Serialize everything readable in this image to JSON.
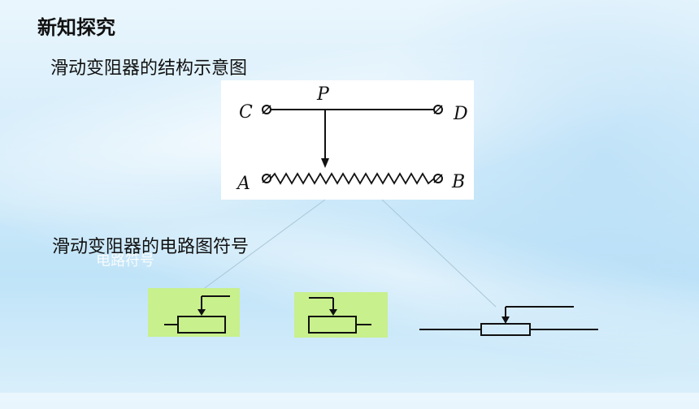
{
  "page": {
    "title": "新知探究"
  },
  "structure": {
    "label": "滑动变阻器的结构示意图",
    "terminals": {
      "c": "C",
      "d": "D",
      "p": "P",
      "a": "A",
      "b": "B"
    }
  },
  "symbols": {
    "label": "滑动变阻器的电路图符号",
    "ghost_text": "电路符号"
  },
  "colors": {
    "symbol_background": "#c8f08c",
    "line": "#111111"
  }
}
